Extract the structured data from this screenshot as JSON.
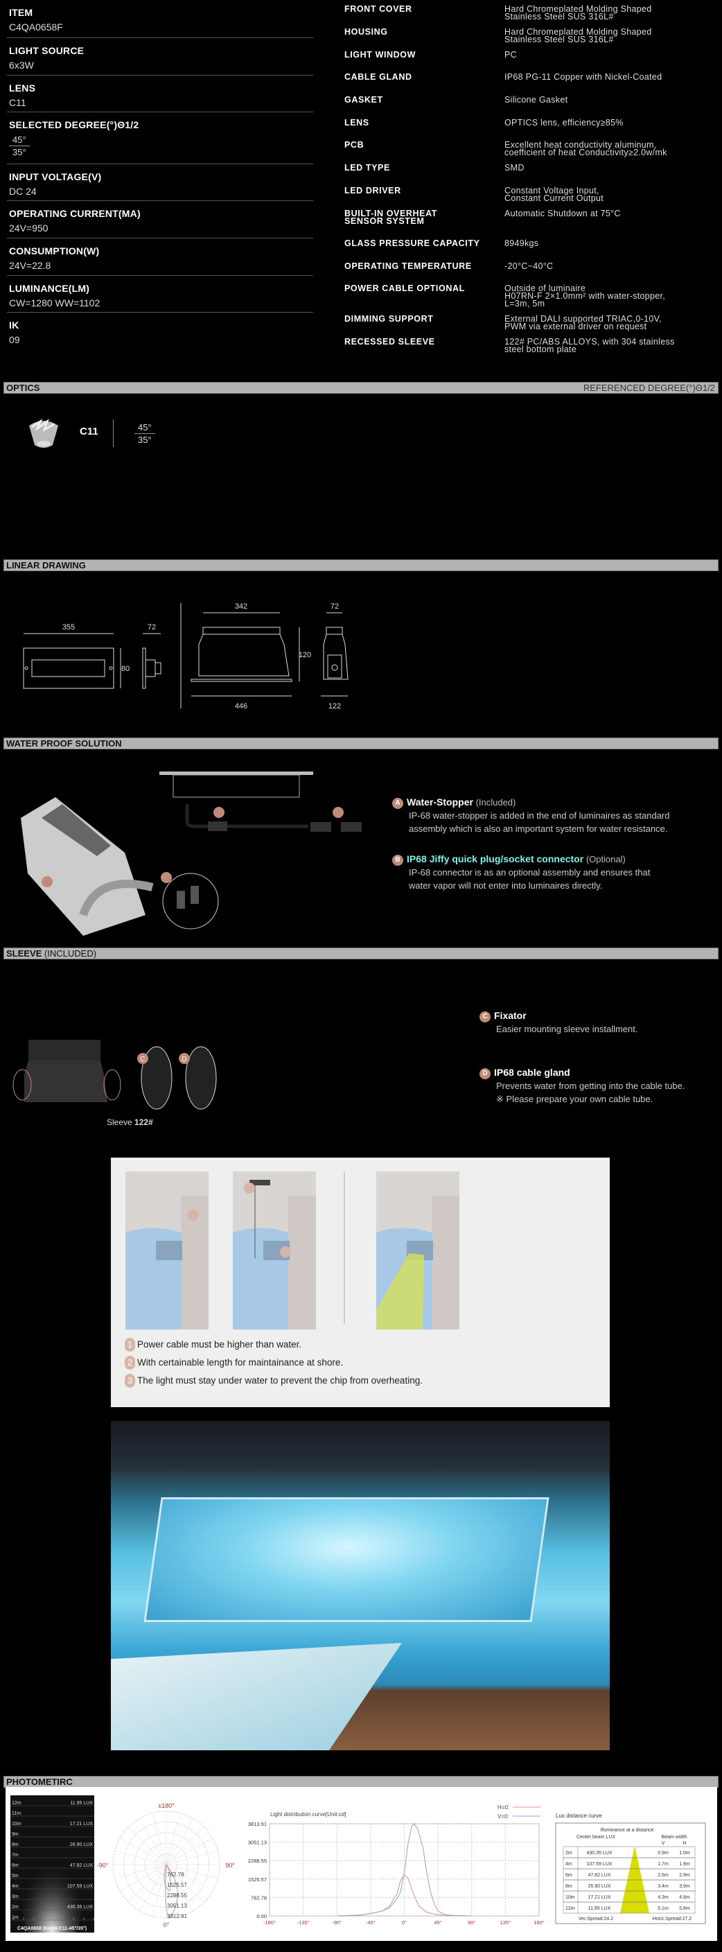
{
  "left_specs": [
    {
      "label": "ITEM",
      "value": "C4QA0658F"
    },
    {
      "label": "LIGHT SOURCE",
      "value": "6x3W"
    },
    {
      "label": "LENS",
      "value": "C11"
    },
    {
      "label": "SELECTED DEGREE(°)Θ1/2",
      "value_top": "45°",
      "value_bottom": "35°"
    },
    {
      "label": "INPUT VOLTAGE(V)",
      "value": "DC 24"
    },
    {
      "label": "OPERATING CURRENT(MA)",
      "value": "24V=950"
    },
    {
      "label": "CONSUMPTION(W)",
      "value": "24V=22.8"
    },
    {
      "label": "LUMINANCE(LM)",
      "value": "CW=1280  WW=1102"
    },
    {
      "label": "IK",
      "value": "09"
    }
  ],
  "right_specs": [
    {
      "label": "FRONT COVER",
      "value": "Hard Chromeplated Molding Shaped\nStainless Steel SUS 316L#"
    },
    {
      "label": "HOUSING",
      "value": "Hard Chromeplated Molding Shaped\nStainless Steel SUS 316L#"
    },
    {
      "label": "LIGHT WINDOW",
      "value": "PC"
    },
    {
      "label": "CABLE GLAND",
      "value": "IP68 PG-11 Copper with Nickel-Coated"
    },
    {
      "label": "GASKET",
      "value": "Silicone Gasket"
    },
    {
      "label": "LENS",
      "value": "OPTICS lens, efficiency≥85%"
    },
    {
      "label": "PCB",
      "value": "Excellent heat conductivity aluminum,\ncoefficient of heat Conductivity≥2.0w/mk"
    },
    {
      "label": "LED TYPE",
      "value": "SMD"
    },
    {
      "label": "LED DRIVER",
      "value": "Constant Voltage Input,\nConstant Current Output"
    },
    {
      "label": "BUILT-IN OVERHEAT\nSENSOR SYSTEM",
      "value": "Automatic Shutdown at 75°C"
    },
    {
      "label": "GLASS PRESSURE CAPACITY",
      "value": "8949kgs"
    },
    {
      "label": "OPERATING TEMPERATURE",
      "value": "-20°C~40°C"
    },
    {
      "label": "POWER CABLE OPTIONAL",
      "value": "Outside of luminaire\nH07RN-F 2×1.0mm² with water-stopper,\n L=3m, 5m"
    },
    {
      "label": "DIMMING SUPPORT",
      "value": "External DALI supported TRIAC,0-10V,\nPWM via external driver on request"
    },
    {
      "label": "RECESSED SLEEVE",
      "value": "122# PC/ABS ALLOYS, with 304  stainless\nsteel bottom plate"
    }
  ],
  "optics": {
    "title": "OPTICS",
    "right": "REFERENCED DEGREE(°)Θ1/2",
    "lens": "C11",
    "deg_top": "45°",
    "deg_bottom": "35°"
  },
  "linear": {
    "title": "LINEAR DRAWING",
    "dims": {
      "front_w": "355",
      "side_w": "72",
      "h": "80",
      "sleeve_top": "342",
      "sleeve_h": "120",
      "sleeve_bottom": "446",
      "sleeve_side_top": "72",
      "sleeve_side_bottom": "122"
    }
  },
  "waterproof": {
    "title": "WATER PROOF SOLUTION",
    "a": {
      "badge": "A",
      "title": "Water-Stopper",
      "sub": "(Included)",
      "line1": "IP-68 water-stopper is added in the end of luminaires as standard",
      "line2": "assembly which is also an important system for water resistance."
    },
    "b": {
      "badge": "B",
      "title": "IP68 Jiffy quick plug/socket connector",
      "sub": "(Optional)",
      "line1": "IP-68 connector is as an optional assembly and ensures that",
      "line2": "water vapor will not enter into luminaires directly."
    }
  },
  "sleeve": {
    "title": "SLEEVE",
    "title_sub": "(INCLUDED)",
    "caption": "Sleeve",
    "caption_bold": "122#",
    "c": {
      "badge": "C",
      "title": "Fixator",
      "line1": "Easier mounting sleeve installment."
    },
    "d": {
      "badge": "D",
      "title": "IP68 cable gland",
      "line1": "Prevents water from getting into the cable tube.",
      "line2": "※ Please prepare your own cable tube."
    }
  },
  "install": {
    "items": [
      {
        "num": "1",
        "text": "Power cable must be higher than water."
      },
      {
        "num": "2",
        "text": "With certainable length for maintainance at shore."
      },
      {
        "num": "3",
        "text": "The light must stay under water to prevent the chip from overheating."
      }
    ]
  },
  "photometric": {
    "title": "PHOTOMETIRC",
    "lux_image": {
      "rows": [
        "12m",
        "11m",
        "10m",
        "9m",
        "8m",
        "7m",
        "6m",
        "5m",
        "4m",
        "3m",
        "2m",
        "1m"
      ],
      "lux": {
        "12m": "11.95 LUX",
        "10m": "17.21 LUX",
        "8m": "26.90 LUX",
        "6m": "47.82 LUX",
        "4m": "107.59 LUX",
        "2m": "430.35 LUX"
      },
      "x_ticks": [
        "4",
        "3",
        "2",
        "1",
        "0",
        "1",
        "2",
        "3",
        "4"
      ],
      "caption": "C4QA0658 (6×3W-C11-45°/35°)"
    },
    "polar": {
      "top": "±180°",
      "left": "-90°",
      "right": "90°",
      "bottom": "0°",
      "rings": [
        "762.78",
        "1525.57",
        "2288.55",
        "3051.13",
        "3812.91"
      ]
    },
    "lux_table": {
      "title": "Lux distance curve",
      "head1": "Illuminance at a distance",
      "head2": "Center beam LUX",
      "head3": "Beam width",
      "v": "V",
      "h": "H",
      "rows": [
        [
          "2m",
          "430.35 LUX",
          "0.9m",
          "1.0m"
        ],
        [
          "4m",
          "107.59 LUX",
          "1.7m",
          "1.9m"
        ],
        [
          "6m",
          "47.82 LUX",
          "2.6m",
          "2.9m"
        ],
        [
          "8m",
          "26.90 LUX",
          "3.4m",
          "3.9m"
        ],
        [
          "10m",
          "17.21 LUX",
          "4.3m",
          "4.8m"
        ],
        [
          "12m",
          "11.95 LUX",
          "5.1m",
          "5.8m"
        ]
      ],
      "ver": "Ver.Spread:24.2",
      "hor": "Horiz.Spread:27.2",
      "accent": "#d8dc00"
    }
  },
  "chart_data": {
    "type": "line",
    "title": "Light distribution curve[Unit:cd]",
    "xlabel": "",
    "ylabel": "",
    "x_ticks": [
      "-180°",
      "-135°",
      "-90°",
      "-45°",
      "0°",
      "45°",
      "90°",
      "135°",
      "180°"
    ],
    "y_ticks": [
      "0.00",
      "762.78",
      "1525.57",
      "2288.55",
      "3051.13",
      "3813.91"
    ],
    "xlim": [
      -180,
      180
    ],
    "ylim": [
      0,
      3813.91
    ],
    "grid": true,
    "legend": "top-right",
    "series": [
      {
        "name": "H=0:",
        "color": "#f08a8a",
        "points": [
          [
            -90,
            0
          ],
          [
            -60,
            40
          ],
          [
            -45,
            100
          ],
          [
            -30,
            200
          ],
          [
            -20,
            400
          ],
          [
            -10,
            900
          ],
          [
            -5,
            1450
          ],
          [
            0,
            1700
          ],
          [
            5,
            1550
          ],
          [
            10,
            1100
          ],
          [
            15,
            700
          ],
          [
            20,
            400
          ],
          [
            30,
            150
          ],
          [
            45,
            50
          ],
          [
            60,
            20
          ],
          [
            90,
            0
          ]
        ]
      },
      {
        "name": "V=0:",
        "color": "#8fa3d8",
        "points": [
          [
            -90,
            0
          ],
          [
            -60,
            30
          ],
          [
            -45,
            100
          ],
          [
            -30,
            200
          ],
          [
            -20,
            330
          ],
          [
            -10,
            700
          ],
          [
            -5,
            1000
          ],
          [
            0,
            1800
          ],
          [
            5,
            3000
          ],
          [
            10,
            3700
          ],
          [
            13,
            3813.91
          ],
          [
            18,
            3600
          ],
          [
            25,
            2800
          ],
          [
            30,
            1800
          ],
          [
            35,
            1000
          ],
          [
            40,
            500
          ],
          [
            45,
            200
          ],
          [
            55,
            50
          ],
          [
            70,
            10
          ],
          [
            90,
            0
          ]
        ]
      }
    ]
  }
}
